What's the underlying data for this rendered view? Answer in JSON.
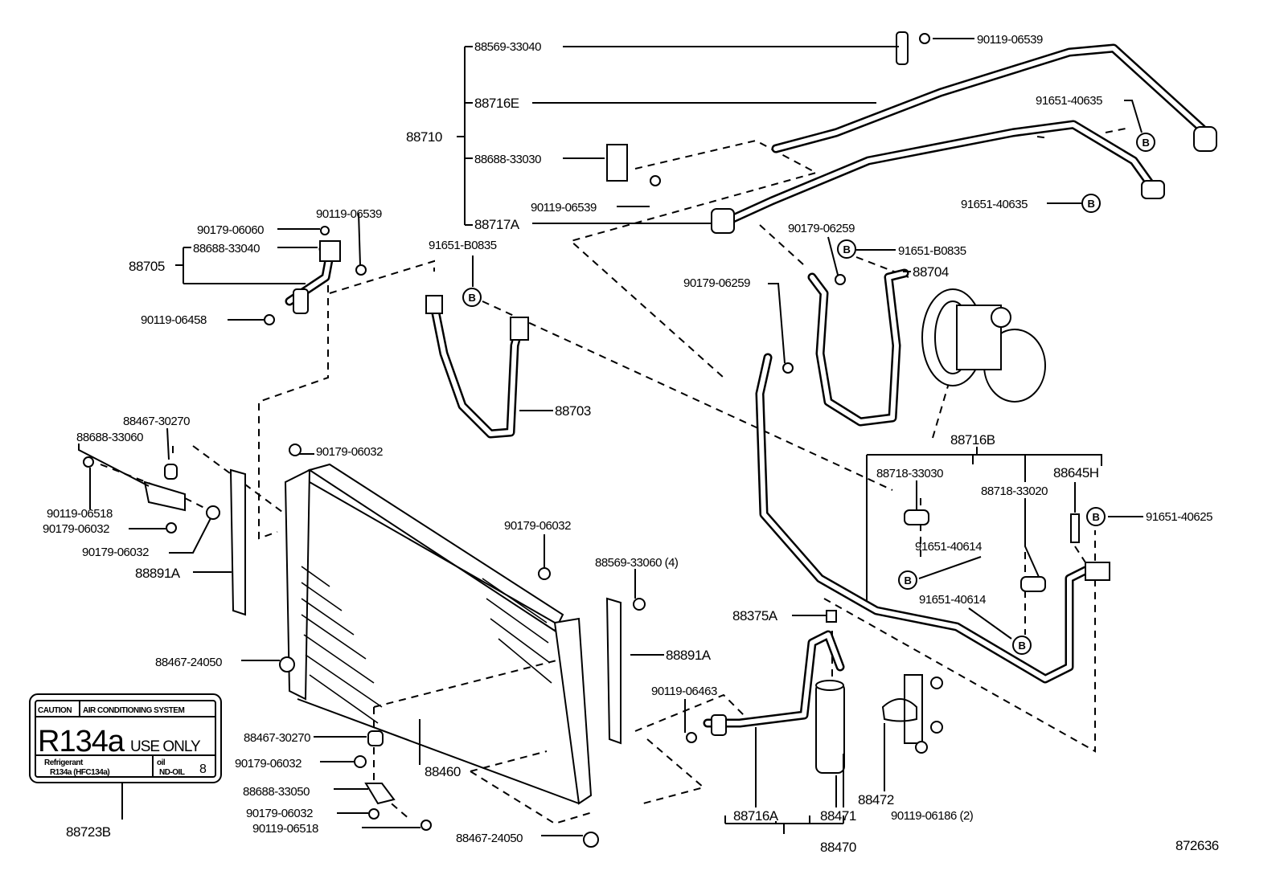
{
  "diagram_number": "872636",
  "callouts": [
    "88569-33040",
    "90119-06539",
    "88716E",
    "88710",
    "88688-33030",
    "91651-40635",
    "91651-40635",
    "90119-06539",
    "88717A",
    "90179-06259",
    "91651-B0835",
    "88704",
    "90179-06259",
    "91651-B0835",
    "90119-06539",
    "90179-06060",
    "88688-33040",
    "88705",
    "90119-06458",
    "88703",
    "88716B",
    "88718-33030",
    "88645H",
    "88718-33020",
    "91651-40625",
    "91651-40614",
    "91651-40614",
    "88467-30270",
    "88688-33060",
    "90179-06032",
    "90119-06518",
    "90179-06032",
    "90179-06032",
    "88891A",
    "90179-06032",
    "88569-33060 (4)",
    "88375A",
    "88891A",
    "88467-24050",
    "90119-06463",
    "88467-30270",
    "90179-06032",
    "88460",
    "88688-33050",
    "88472",
    "90179-06032",
    "88716A",
    "88471",
    "90119-06186 (2)",
    "90119-06518",
    "88723B",
    "88467-24050",
    "88470"
  ],
  "connector_marker": "B",
  "caution_label": {
    "caution": "CAUTION",
    "system": "AIR CONDITIONING SYSTEM",
    "refrigerant_code": "R134a",
    "use_only": "USE ONLY",
    "refrigerant_label": "Refrigerant",
    "refrigerant_value": "R134a (HFC134a)",
    "oil_label": "oil",
    "oil_value": "ND-OIL",
    "oil_number": "8"
  }
}
